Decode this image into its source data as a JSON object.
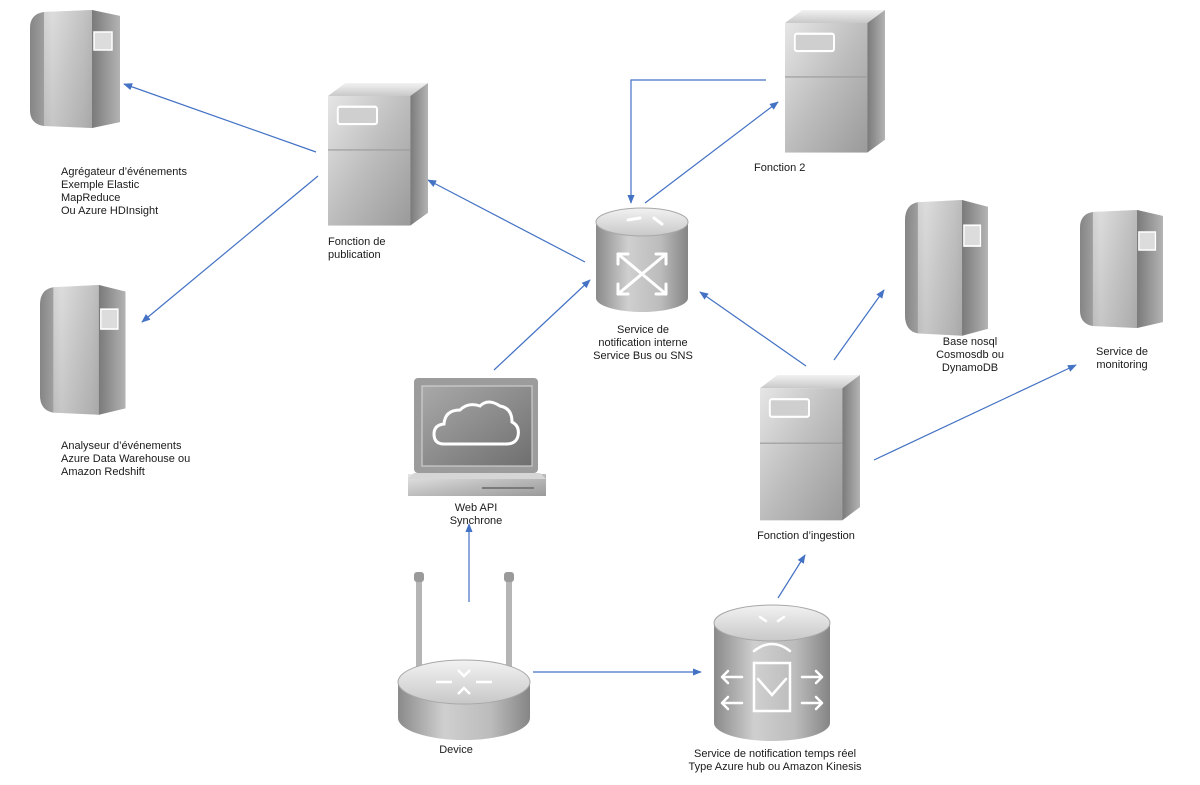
{
  "diagram": {
    "nodes": {
      "aggregator": {
        "icon": "tower-server-icon",
        "lines": [
          "Agrégateur d’événements",
          "Exemple Elastic",
          "MapReduce",
          "Ou Azure HDInsight"
        ]
      },
      "analyzer": {
        "icon": "tower-server-icon",
        "lines": [
          "Analyseur d’événements",
          "Azure Data Warehouse ou",
          "Amazon Redshift"
        ]
      },
      "publication": {
        "icon": "server-icon",
        "lines": [
          "Fonction de",
          "publication"
        ]
      },
      "function2": {
        "icon": "server-icon",
        "lines": [
          "Fonction 2"
        ]
      },
      "bus": {
        "icon": "switch-icon",
        "lines": [
          "Service de",
          "notification interne",
          "Service Bus ou SNS"
        ]
      },
      "nosql": {
        "icon": "tower-server-icon",
        "lines": [
          "Base nosql",
          "Cosmosdb ou",
          "DynamoDB"
        ]
      },
      "monitoring": {
        "icon": "tower-server-icon",
        "lines": [
          "Service de",
          "monitoring"
        ]
      },
      "ingestion": {
        "icon": "server-icon",
        "lines": [
          "Fonction d’ingestion"
        ]
      },
      "webapi": {
        "icon": "cloud-terminal-icon",
        "lines": [
          "Web API",
          "Synchrone"
        ]
      },
      "device": {
        "icon": "wireless-router-icon",
        "lines": [
          "Device"
        ]
      },
      "realtime": {
        "icon": "telephony-router-icon",
        "lines": [
          "Service de notification temps réel",
          "Type Azure hub ou Amazon Kinesis"
        ]
      }
    },
    "edges": [
      {
        "from": "publication",
        "to": "aggregator"
      },
      {
        "from": "publication",
        "to": "analyzer"
      },
      {
        "from": "bus",
        "to": "publication"
      },
      {
        "from": "bus",
        "to": "function2"
      },
      {
        "from": "function2",
        "to": "bus"
      },
      {
        "from": "webapi",
        "to": "bus"
      },
      {
        "from": "ingestion",
        "to": "bus"
      },
      {
        "from": "ingestion",
        "to": "nosql"
      },
      {
        "from": "ingestion",
        "to": "monitoring"
      },
      {
        "from": "device",
        "to": "webapi"
      },
      {
        "from": "device",
        "to": "realtime"
      },
      {
        "from": "realtime",
        "to": "ingestion"
      }
    ],
    "colors": {
      "arrow": "#4472c4",
      "device_metal": "#b5b5b5",
      "text": "#1a1a1a"
    }
  }
}
